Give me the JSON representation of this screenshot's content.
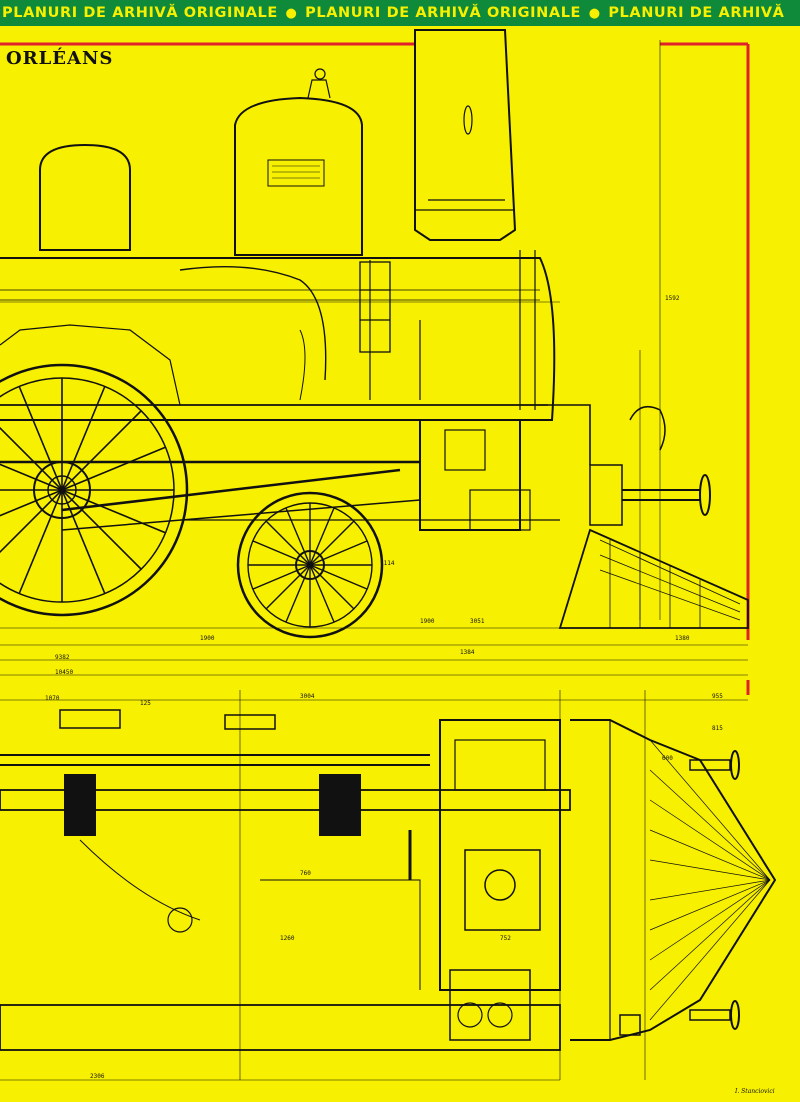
{
  "banner": {
    "segments": [
      "PLANURI DE ARHIVĂ ORIGINALE",
      "PLANURI DE ARHIVĂ ORIGINALE",
      "PLANURI DE ARHIVĂ"
    ],
    "separator": "●"
  },
  "title": "ORLÉANS",
  "elevation_view": {
    "dimensions": [
      "1900",
      "1900",
      "3051",
      "1380",
      "10450",
      "9382",
      "1384",
      "1592",
      "1114"
    ]
  },
  "plan_view": {
    "dimensions": [
      "1070",
      "125",
      "3004",
      "955",
      "815",
      "600",
      "2306",
      "752",
      "1260",
      "760"
    ]
  },
  "signature": "I. Stanciovici",
  "colors": {
    "background": "#f7f000",
    "banner": "#0e8a3a",
    "ink": "#111111",
    "frame": "#e0202a"
  }
}
